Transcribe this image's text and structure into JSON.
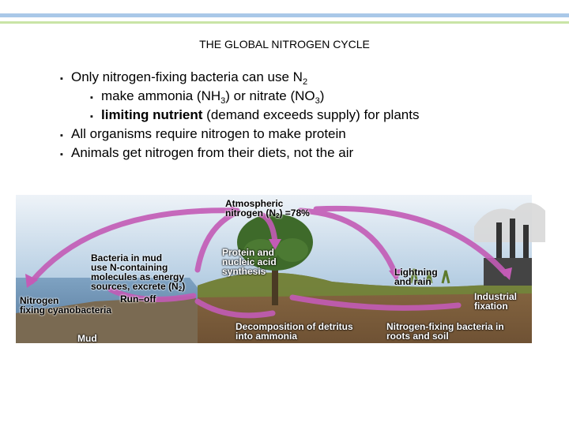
{
  "title": "THE GLOBAL NITROGEN CYCLE",
  "bullets": {
    "b1": "Only nitrogen-fixing bacteria can use N",
    "b1_sub": "2",
    "b2_pre": "make ammonia (NH",
    "b2_sub1": "3",
    "b2_mid": ") or nitrate (NO",
    "b2_sub2": "3",
    "b2_end": ")",
    "b3_bold": "limiting nutrient",
    "b3_rest": " (demand exceeds supply) for plants",
    "b4": "All organisms require nitrogen to make protein",
    "b5": "Animals get nitrogen from their diets, not the air"
  },
  "diagram": {
    "atmospheric_1": "Atmospheric",
    "atmospheric_2": "nitrogen (N",
    "atmospheric_2_sub": "2",
    "atmospheric_2_end": ") =78%",
    "bacteria_mud_1": "Bacteria in mud",
    "bacteria_mud_2": "use N-containing",
    "bacteria_mud_3": "molecules as energy",
    "bacteria_mud_4": "sources, excrete (N",
    "bacteria_mud_4_sub": "2",
    "bacteria_mud_4_end": ")",
    "runoff": "Run–off",
    "nitrogen_fixing_1": "Nitrogen",
    "nitrogen_fixing_2": "fixing cyanobacteria",
    "mud": "Mud",
    "protein_1": "Protein and",
    "protein_2": "nucleic acid",
    "protein_3": "synthesis",
    "decomposition_1": "Decomposition of detritus",
    "decomposition_2": "into ammonia",
    "lightning_1": "Lightning",
    "lightning_2": "and rain",
    "industrial_1": "Industrial",
    "industrial_2": "fixation",
    "nfix_roots_1": "Nitrogen-fixing bacteria in",
    "nfix_roots_2": "roots and soil"
  },
  "colors": {
    "arrow": "#c35bb6",
    "sky": "#8fb8d8",
    "ground": "#9a7048",
    "water": "#6c90b4",
    "band_blue": "#a9c8e8",
    "band_green": "#c9e4a6"
  },
  "icons": {
    "bullet": "square-bullet"
  }
}
